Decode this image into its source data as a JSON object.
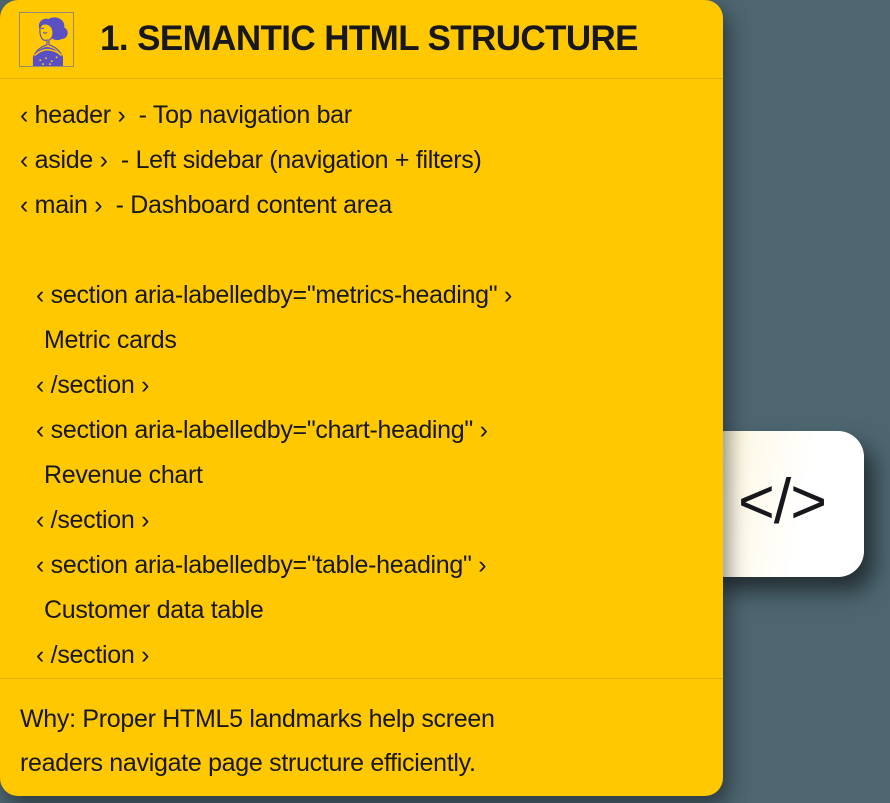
{
  "background_color": "#4d6670",
  "card": {
    "background_color": "#ffc800",
    "text_color": "#17171c",
    "avatar": {
      "icon": "person-illustration-avatar",
      "skin_color": "#ffc800",
      "figure_color": "#5b4fc4",
      "border_color": "#9a8a6e"
    },
    "title": "1.  SEMANTIC HTML STRUCTURE",
    "code_lines": [
      {
        "text": "‹ header ›  - Top navigation bar",
        "indent": 0
      },
      {
        "text": "‹ aside ›  - Left sidebar (navigation + filters)",
        "indent": 0
      },
      {
        "text": "‹ main ›  - Dashboard content area",
        "indent": 0
      },
      {
        "text": "",
        "indent": 0
      },
      {
        "text": "‹ section aria-labelledby=\"metrics-heading\" ›",
        "indent": 1
      },
      {
        "text": "Metric cards",
        "indent": 2
      },
      {
        "text": "‹ /section ›",
        "indent": 1
      },
      {
        "text": "‹ section aria-labelledby=\"chart-heading\" ›",
        "indent": 1
      },
      {
        "text": "Revenue chart",
        "indent": 2
      },
      {
        "text": "‹ /section ›",
        "indent": 1
      },
      {
        "text": "‹ section aria-labelledby=\"table-heading\" ›",
        "indent": 1
      },
      {
        "text": "Customer data table",
        "indent": 2
      },
      {
        "text": "‹ /section ›",
        "indent": 1
      }
    ],
    "footer": {
      "lines": [
        "Why: Proper HTML5 landmarks help screen",
        "readers navigate page structure efficiently."
      ]
    }
  },
  "badge": {
    "icon": "code-brackets-icon",
    "glyph": "</>",
    "background_start": "#fdf3c8",
    "background_end": "#ffffff",
    "glyph_color": "#17171c"
  }
}
